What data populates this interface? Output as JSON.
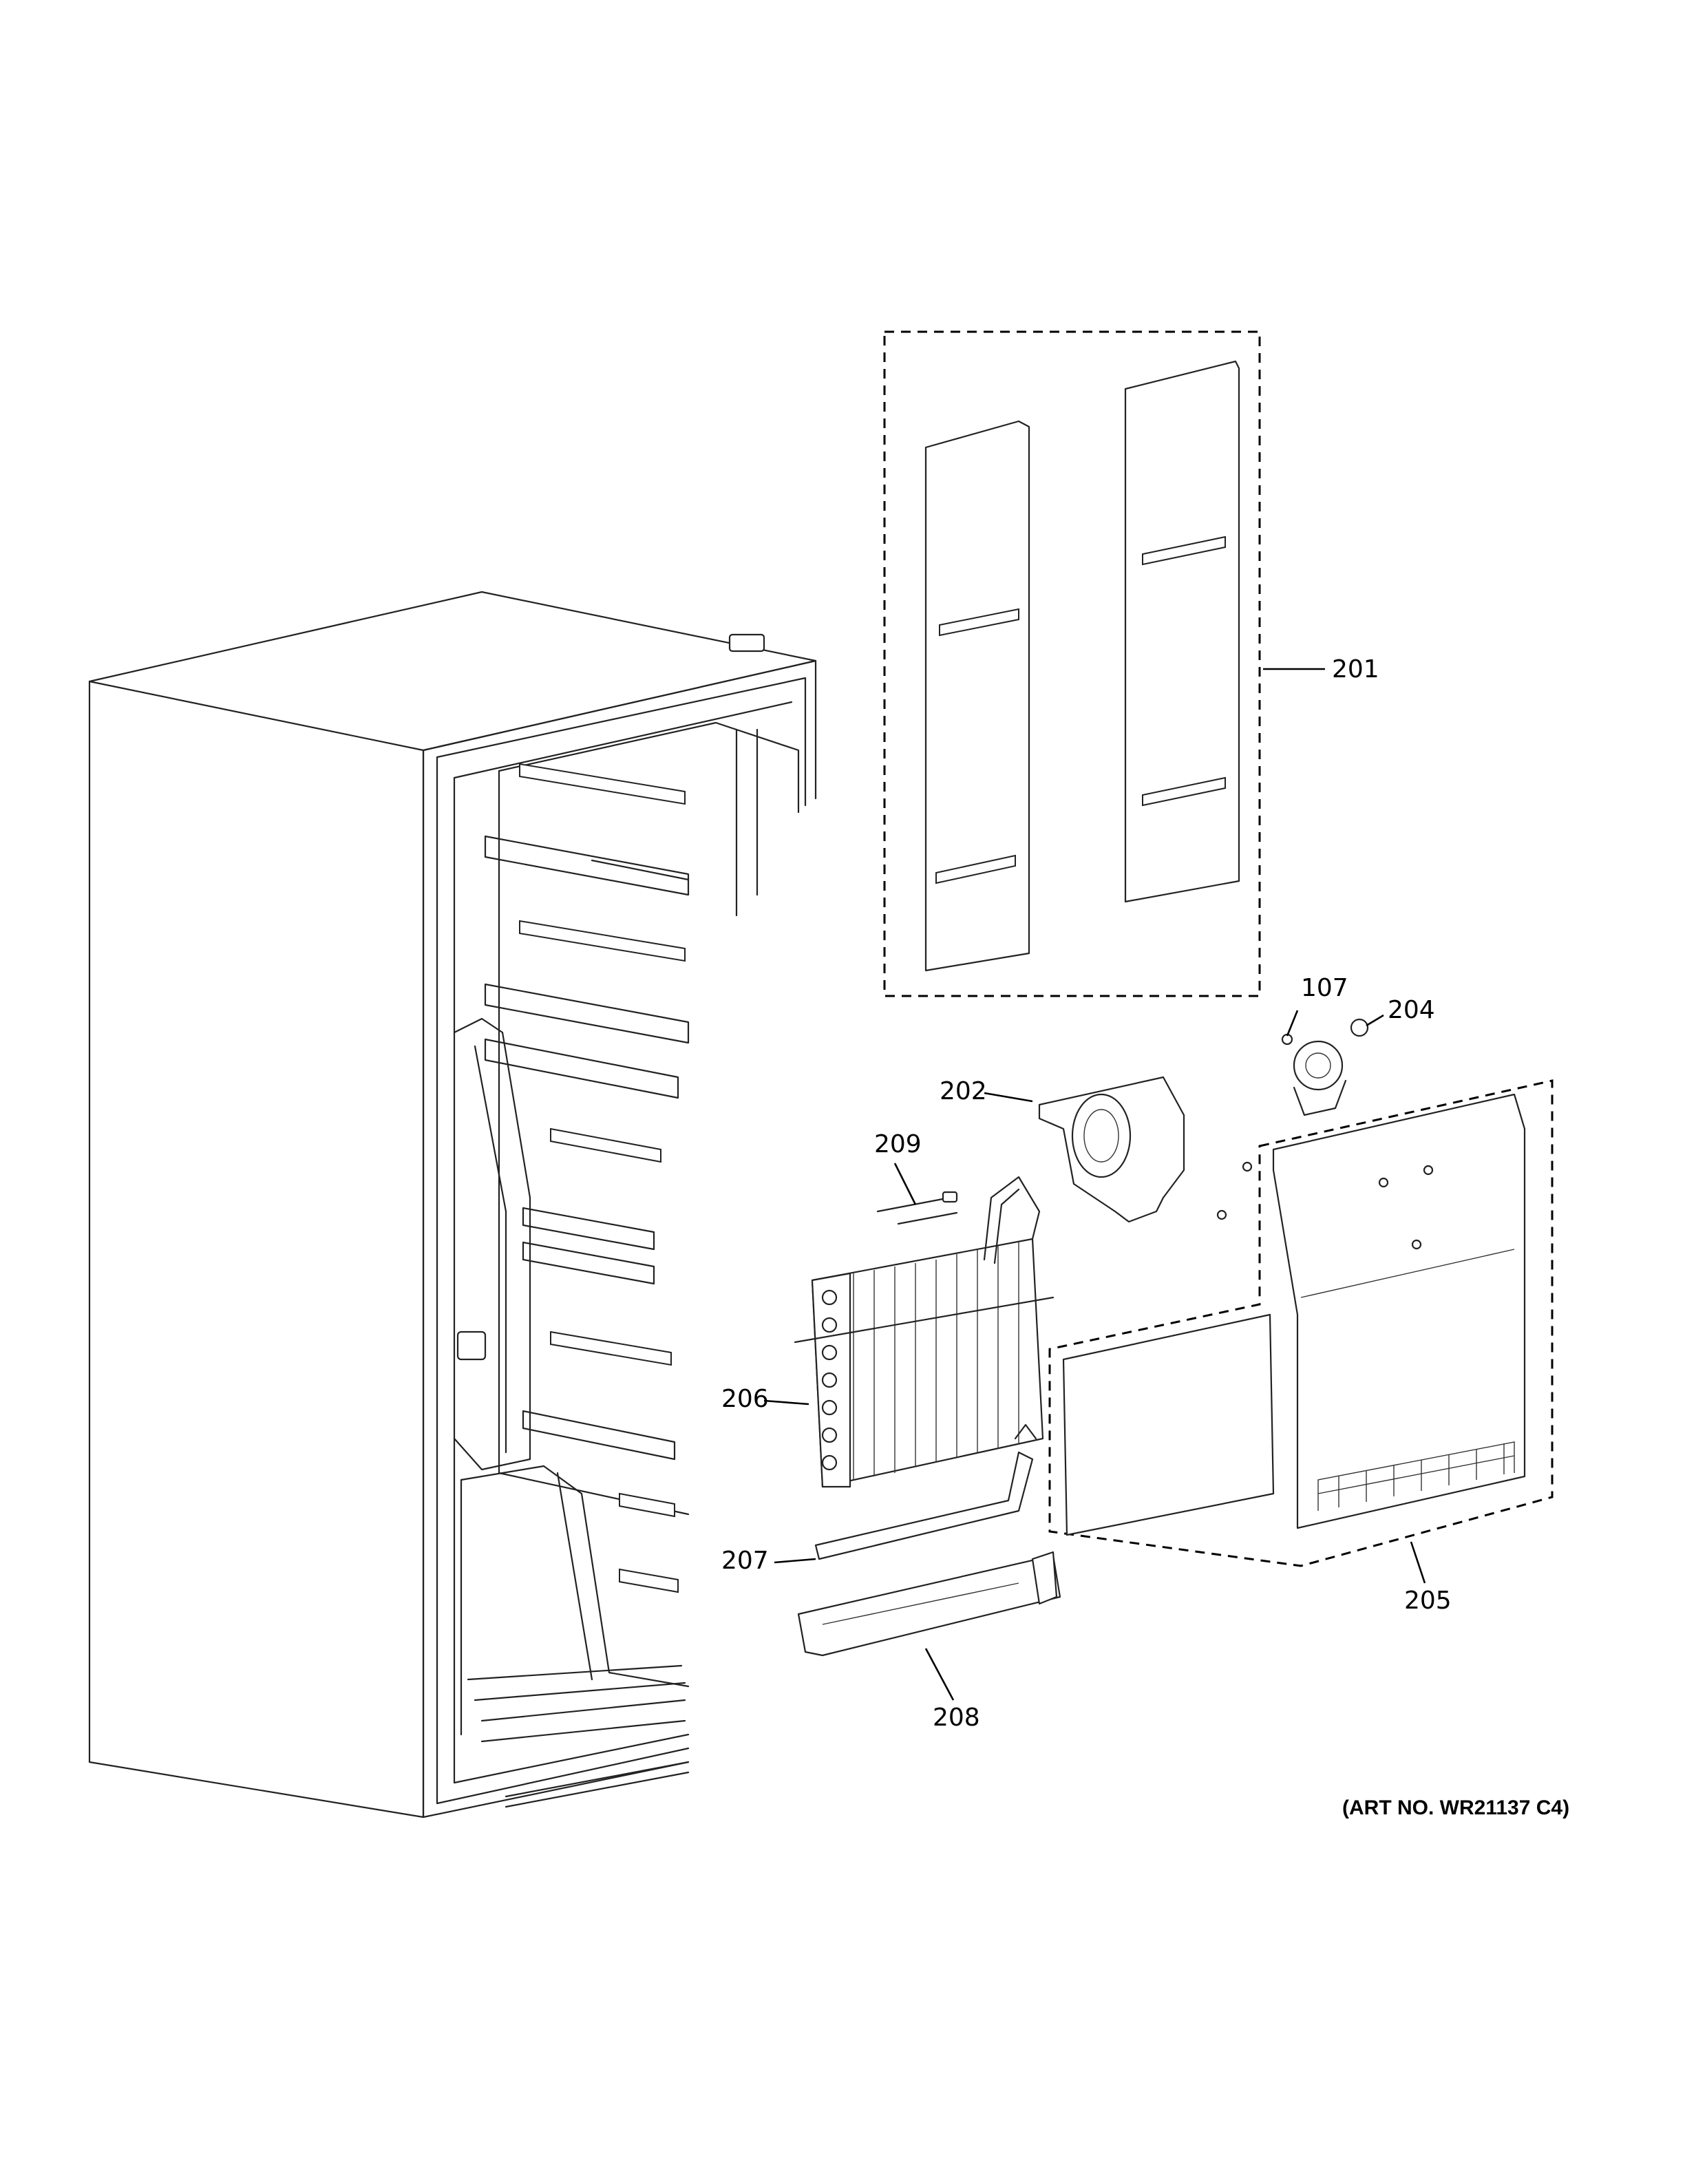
{
  "diagram": {
    "callouts": [
      {
        "id": "201",
        "label": "201"
      },
      {
        "id": "107",
        "label": "107"
      },
      {
        "id": "204",
        "label": "204"
      },
      {
        "id": "202",
        "label": "202"
      },
      {
        "id": "209",
        "label": "209"
      },
      {
        "id": "206",
        "label": "206"
      },
      {
        "id": "207",
        "label": "207"
      },
      {
        "id": "205",
        "label": "205"
      },
      {
        "id": "208",
        "label": "208"
      }
    ],
    "art_number": "(ART NO. WR21137 C4)"
  }
}
